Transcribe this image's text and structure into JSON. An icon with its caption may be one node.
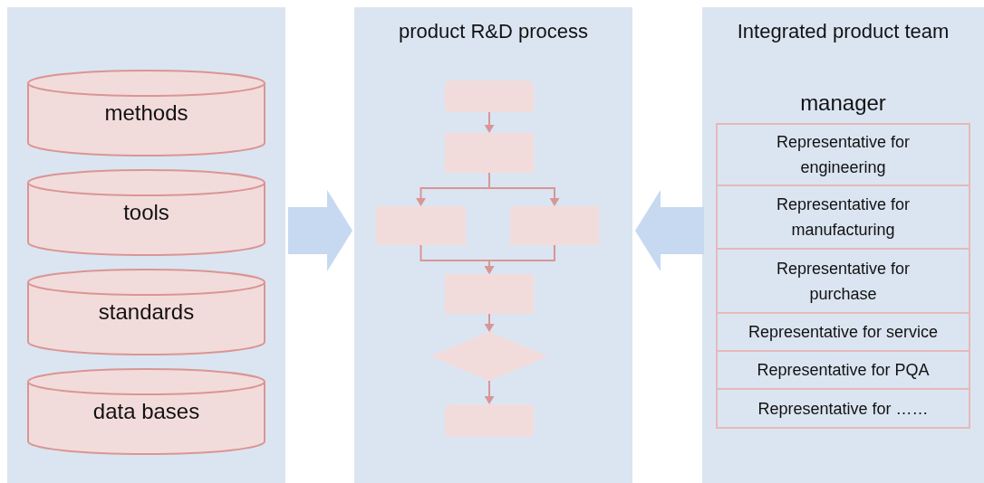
{
  "diagram": {
    "nodes": [
      {
        "text": [],
        "shape": "box"
      },
      {
        "text": [
          "methods"
        ],
        "in": 0
      },
      {
        "text": [
          "tools"
        ],
        "in": 0
      },
      {
        "text": [
          "standards"
        ],
        "in": 0
      },
      {
        "text": [
          "data bases"
        ],
        "in": 0
      },
      {
        "text": [
          "product R&D process"
        ]
      },
      {
        "text": [],
        "shape": "box",
        "in": 5
      },
      {
        "text": [],
        "shape": "box",
        "in": 5
      },
      {
        "text": [],
        "shape": "box",
        "in": 5
      },
      {
        "text": [],
        "shape": "box",
        "in": 5
      },
      {
        "text": [],
        "shape": "box",
        "in": 5
      },
      {
        "text": [],
        "shape": "diamond",
        "in": 5
      },
      {
        "text": [],
        "shape": "box",
        "in": 5
      },
      {
        "text": [
          "Integrated product team",
          "manager"
        ]
      },
      {
        "text": [
          "Representative for engineering"
        ],
        "in": 13
      },
      {
        "text": [
          "Representative for manufacturing"
        ],
        "in": 13
      },
      {
        "text": [
          "Representative for purchase"
        ],
        "in": 13
      },
      {
        "text": [
          "Representative for service"
        ],
        "in": 13
      },
      {
        "text": [
          "Representative for PQA"
        ],
        "in": 13
      },
      {
        "text": [
          "Representative for ……"
        ],
        "in": 13
      }
    ],
    "edges": [
      {
        "from": 6,
        "to": 7,
        "arrow": "to"
      },
      {
        "from": 7,
        "to": 8,
        "arrow": "to"
      },
      {
        "from": 7,
        "to": 9,
        "arrow": "to"
      },
      {
        "from": 8,
        "to": 10,
        "arrow": "to"
      },
      {
        "from": 9,
        "to": 10,
        "arrow": "to"
      },
      {
        "from": 10,
        "to": 11,
        "arrow": "to"
      },
      {
        "from": 11,
        "to": 12,
        "arrow": "to"
      },
      {
        "from": 0,
        "to": 5,
        "arrow": "to",
        "style": "thick",
        "color": "#c6d9f0"
      },
      {
        "from": 13,
        "to": 5,
        "arrow": "to",
        "style": "thick",
        "color": "#c6d9f0"
      }
    ]
  }
}
